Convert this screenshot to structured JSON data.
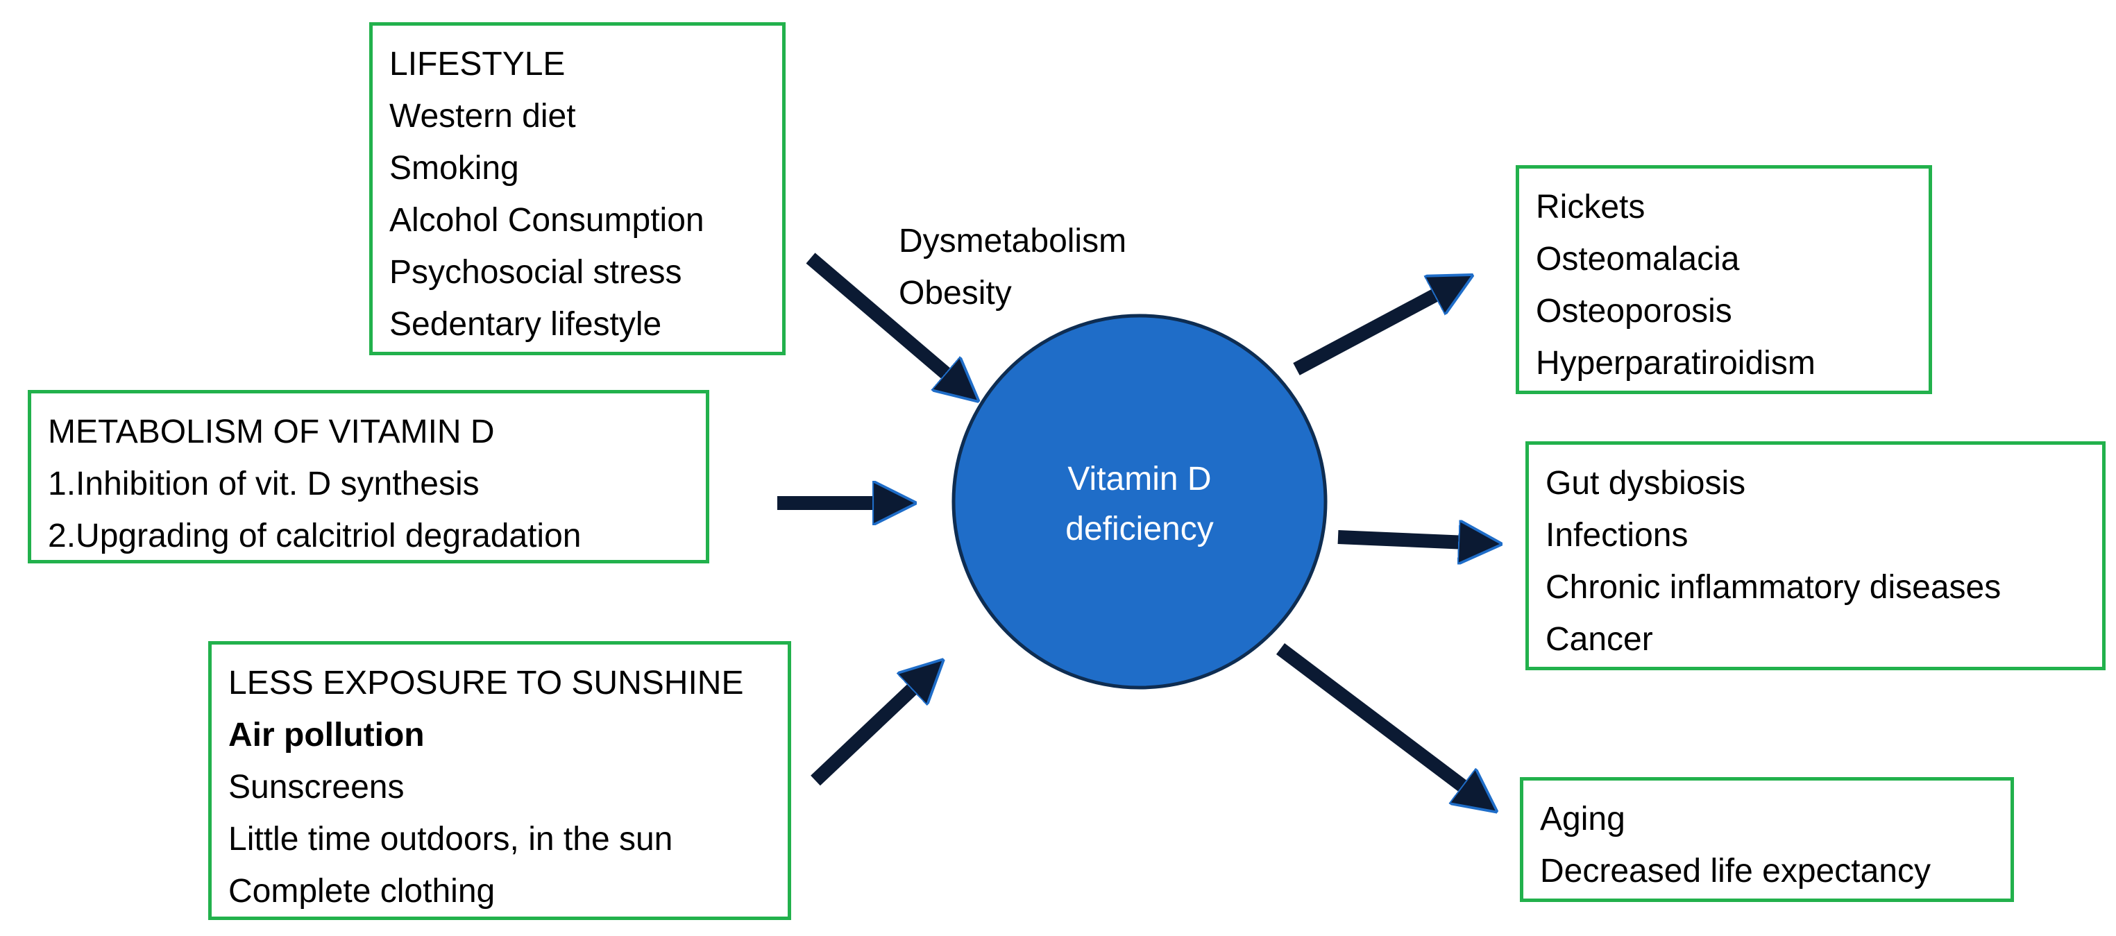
{
  "center": {
    "label_line1": "Vitamin D",
    "label_line2": "deficiency",
    "fill_color": "#1f6dc8",
    "stroke_color": "#0e2d52"
  },
  "boxes_border_color": "#22b14c",
  "arrow_color": "#0b1a33",
  "lifestyle": {
    "title": "LIFESTYLE",
    "items": [
      "Western diet",
      "Smoking",
      "Alcohol Consumption",
      "Psychosocial stress",
      "Sedentary lifestyle"
    ]
  },
  "metabolism": {
    "title": "METABOLISM OF VITAMIN D",
    "items": [
      "1.Inhibition of vit. D synthesis",
      "2.Upgrading of calcitriol degradation"
    ]
  },
  "sunshine": {
    "title": "LESS EXPOSURE TO SUNSHINE",
    "bold_item": "Air pollution",
    "items": [
      "Sunscreens",
      "Little time outdoors, in the sun",
      "Complete clothing"
    ]
  },
  "dysmetabolism": {
    "line1": "Dysmetabolism",
    "line2": "Obesity"
  },
  "bone": {
    "items": [
      "Rickets",
      "Osteomalacia",
      "Osteoporosis",
      "Hyperparatiroidism"
    ]
  },
  "immune": {
    "items": [
      "Gut dysbiosis",
      "Infections",
      "Chronic inflammatory diseases",
      "Cancer"
    ]
  },
  "aging": {
    "items": [
      "Aging",
      "Decreased life expectancy"
    ]
  }
}
